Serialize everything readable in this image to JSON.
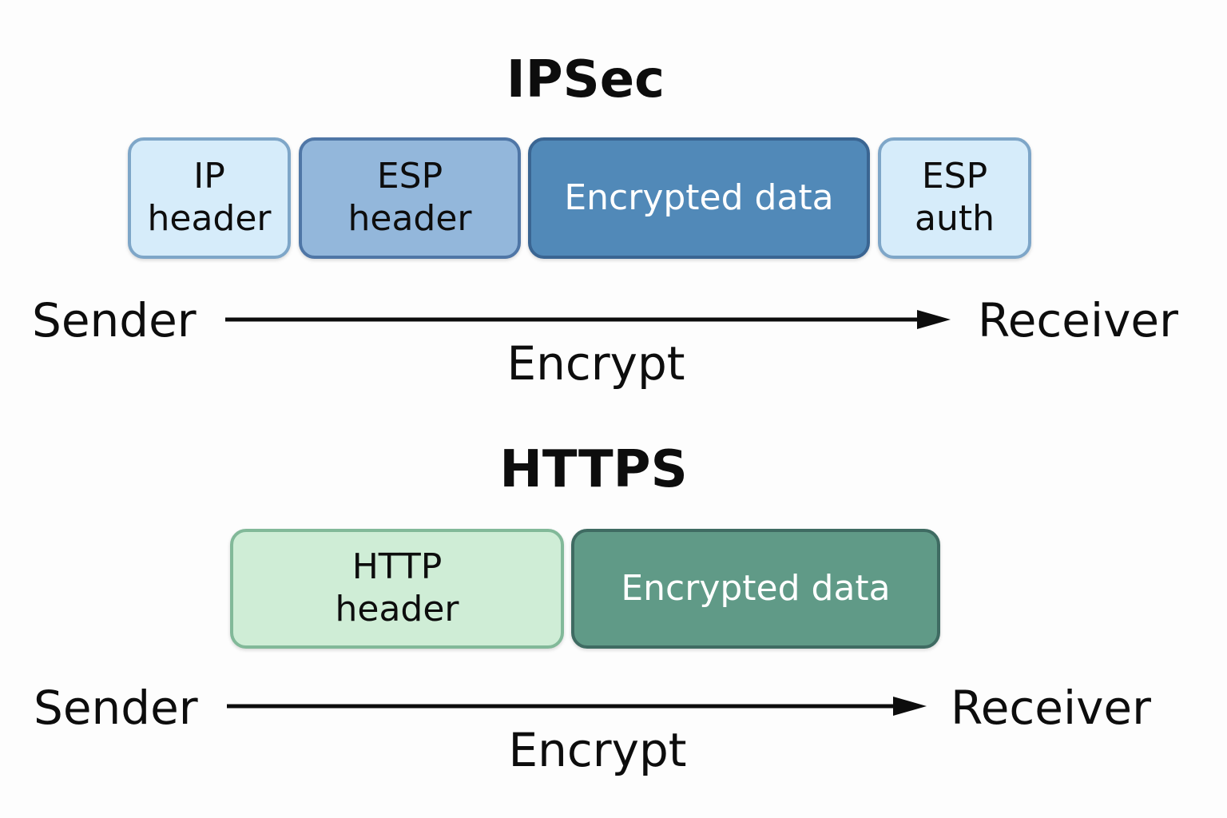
{
  "ipsec": {
    "title": "IPSec",
    "segments": [
      {
        "label": "IP\nheader",
        "fill": "#d6ecfa",
        "border": "#7ea6c8",
        "text_color": "#0d0d0d"
      },
      {
        "label": "ESP\nheader",
        "fill": "#93b7db",
        "border": "#4f76a6",
        "text_color": "#0d0d0d"
      },
      {
        "label": "Encrypted data",
        "fill": "#5189b8",
        "border": "#3a6592",
        "text_color": "#ffffff"
      },
      {
        "label": "ESP\nauth",
        "fill": "#d6ecfa",
        "border": "#7ea6c8",
        "text_color": "#0d0d0d"
      }
    ],
    "sender": "Sender",
    "receiver": "Receiver",
    "arrow_label": "Encrypt"
  },
  "https": {
    "title": "HTTPS",
    "segments": [
      {
        "label": "HTTP\nheader",
        "fill": "#cfedd6",
        "border": "#82b999",
        "text_color": "#0d0d0d"
      },
      {
        "label": "Encrypted data",
        "fill": "#609a87",
        "border": "#3f6b62",
        "text_color": "#ffffff"
      }
    ],
    "sender": "Sender",
    "receiver": "Receiver",
    "arrow_label": "Encrypt"
  }
}
